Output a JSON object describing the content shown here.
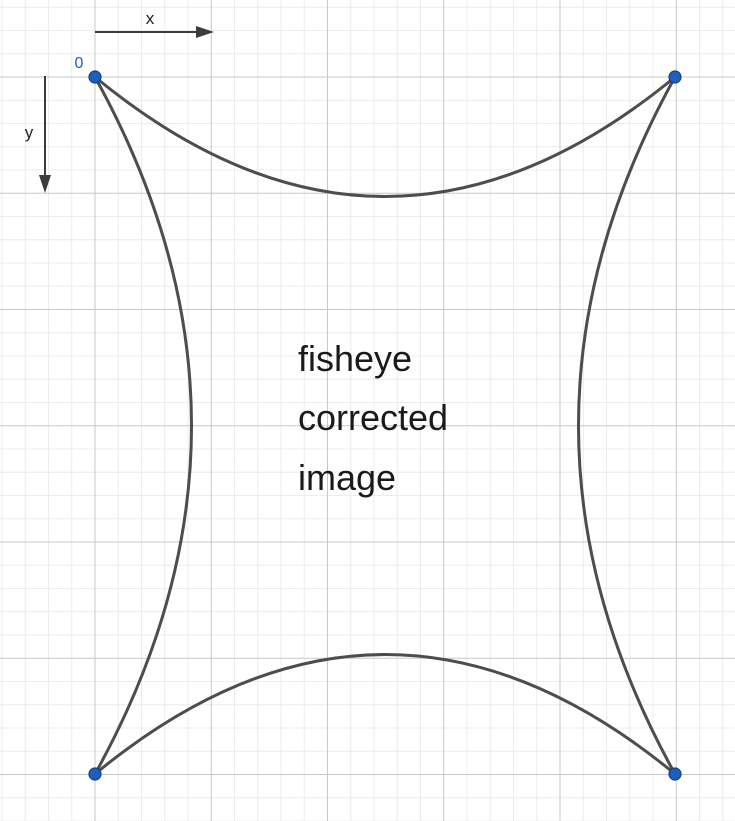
{
  "diagram": {
    "axes": {
      "x_label": "x",
      "y_label": "y",
      "origin_label": "0"
    },
    "center_text": {
      "line1": "fisheye",
      "line2": "corrected",
      "line3": "image"
    },
    "colors": {
      "point_fill": "#1d5fbf",
      "origin_label": "#1d5fbf",
      "curve_stroke": "#4d4d4d"
    },
    "corner_points": [
      "top-left",
      "top-right",
      "bottom-left",
      "bottom-right"
    ]
  }
}
